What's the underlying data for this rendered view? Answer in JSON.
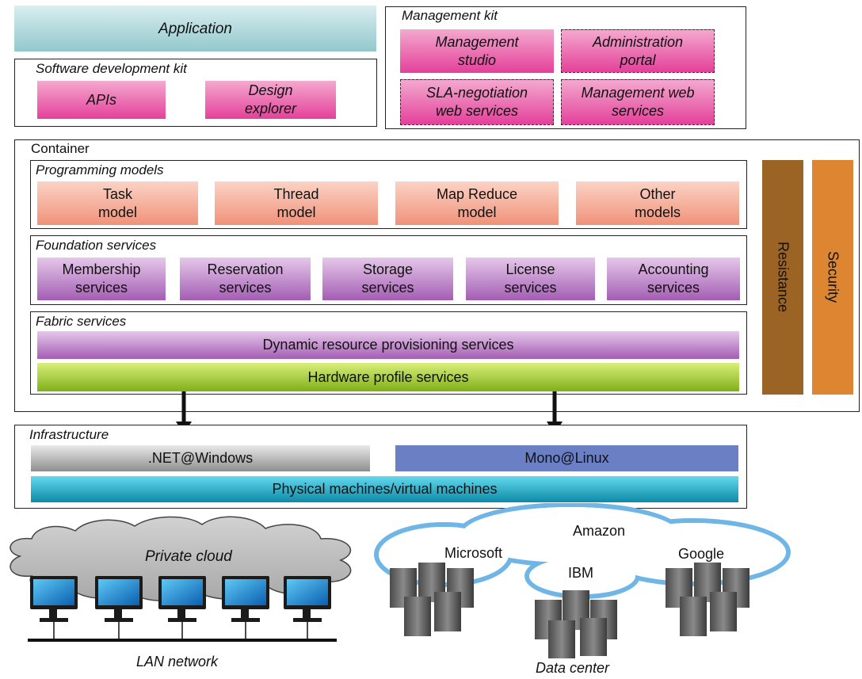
{
  "application": {
    "label": "Application"
  },
  "sdk": {
    "title": "Software development kit",
    "items": [
      "APIs",
      "Design explorer"
    ]
  },
  "management_kit": {
    "title": "Management kit",
    "items": [
      "Management studio",
      "Administration portal",
      "SLA-negotiation web services",
      "Management web services"
    ]
  },
  "container": {
    "title": "Container",
    "programming_models": {
      "title": "Programming models",
      "items": [
        "Task model",
        "Thread model",
        "Map Reduce model",
        "Other models"
      ]
    },
    "foundation_services": {
      "title": "Foundation services",
      "items": [
        "Membership services",
        "Reservation services",
        "Storage services",
        "License services",
        "Accounting services"
      ]
    },
    "fabric_services": {
      "title": "Fabric services",
      "items": [
        "Dynamic resource provisioning services",
        "Hardware profile services"
      ]
    },
    "side": [
      "Resistance",
      "Security"
    ]
  },
  "infrastructure": {
    "title": "Infrastructure",
    "items": [
      ".NET@Windows",
      "Mono@Linux",
      "Physical machines/virtual machines"
    ]
  },
  "private_cloud": {
    "label": "Private cloud",
    "network_label": "LAN network"
  },
  "data_center": {
    "label": "Data center",
    "providers": [
      "Amazon",
      "Microsoft",
      "IBM",
      "Google"
    ]
  },
  "colors": {
    "pink": "#e4409a",
    "salmon": "#f0927a",
    "purple": "#a45db3",
    "green": "#7fb019",
    "resistance": "#9b6425",
    "security": "#dd8531",
    "mono": "#6b7fc4",
    "physical": "#0d8aa6"
  }
}
